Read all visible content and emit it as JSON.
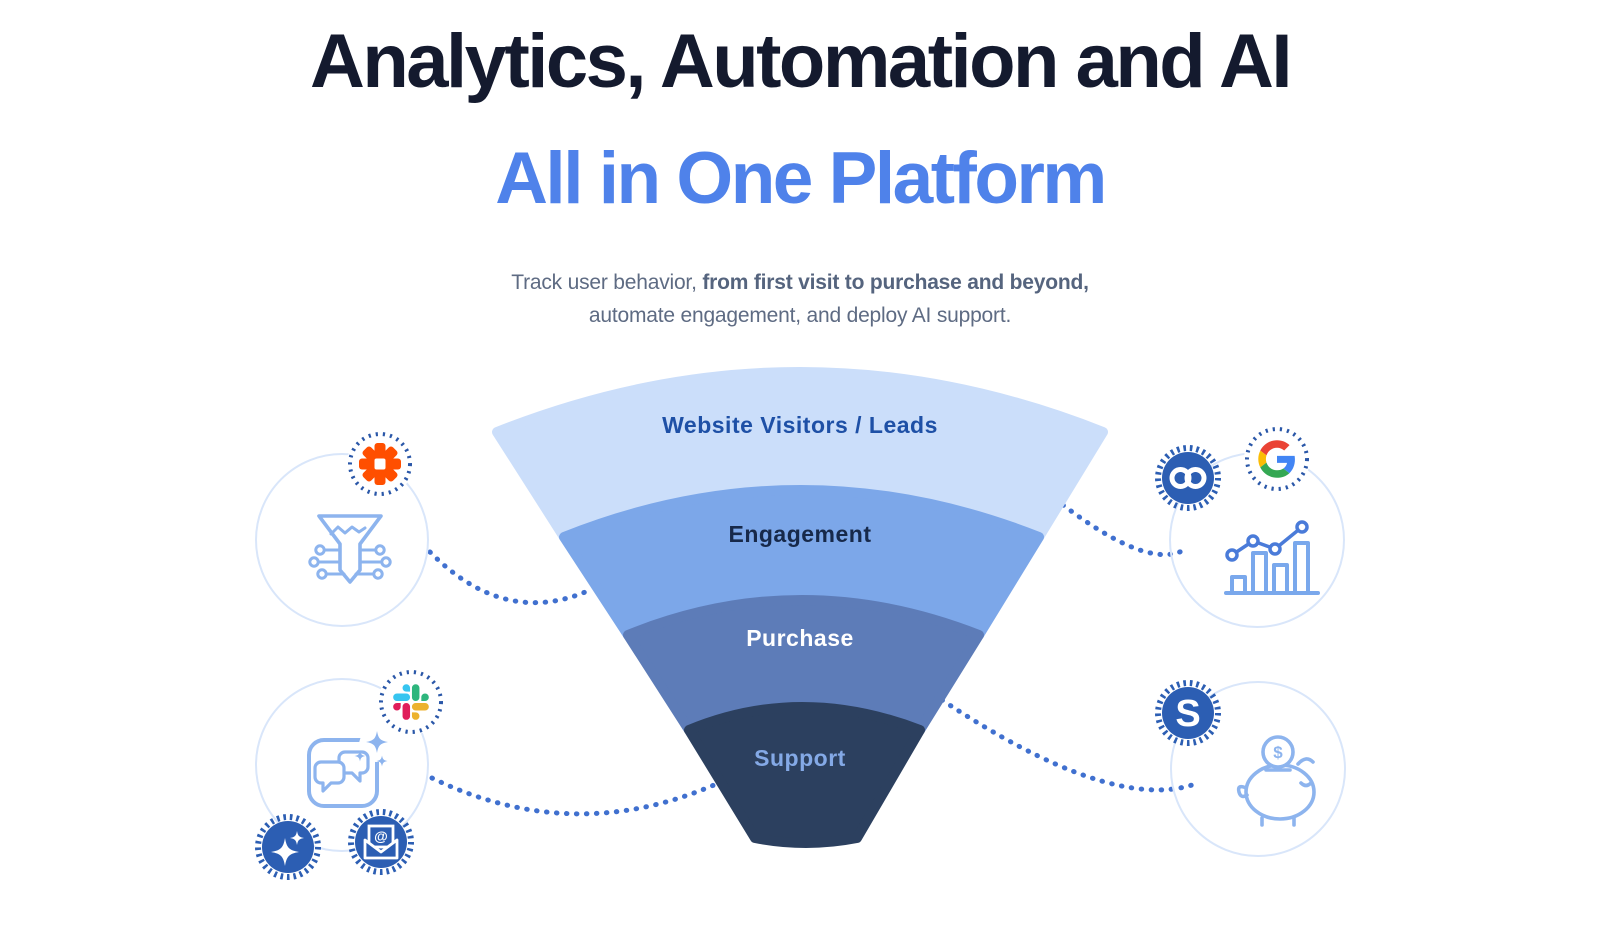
{
  "header": {
    "title_line1": "Analytics, Automation and AI",
    "title_line2": "All in One Platform",
    "subtitle_normal": "Track user behavior, ",
    "subtitle_bold": "from first visit to purchase and beyond,",
    "subtitle_line2": "automate engagement, and deploy AI support."
  },
  "funnel": {
    "segments": [
      {
        "label": "Website Visitors / Leads",
        "color": "#cbdefa",
        "label_color": "#1e50a6"
      },
      {
        "label": "Engagement",
        "color": "#7ca7e9",
        "label_color": "#17294a"
      },
      {
        "label": "Purchase",
        "color": "#5d7cb8",
        "label_color": "#ffffff"
      },
      {
        "label": "Support",
        "color": "#2c405f",
        "label_color": "#84a9e6"
      }
    ]
  },
  "colors": {
    "title_dark": "#141a2e",
    "title_blue": "#4f82ea",
    "subtitle_gray": "#5e6b83",
    "dot_line_blue": "#4070cf",
    "dotted_ring_blue": "#2a57a8",
    "badge_blue": "#2c5eb3",
    "big_circle_outline": "#d9e6fa",
    "icon_light_blue": "#8db4ee",
    "icon_mid_blue": "#4a7bd9",
    "bar_blue": "#7aa8ec",
    "zapier_orange": "#ff4f00",
    "slack": [
      "#36C5F0",
      "#2EB67D",
      "#ECB22E",
      "#E01E5A"
    ],
    "google": [
      "#4285F4",
      "#EA4335",
      "#FBBC05",
      "#34A853"
    ]
  },
  "icons": {
    "left_top": [
      "zapier-icon",
      "funnel-automation-icon"
    ],
    "left_bottom": [
      "slack-icon",
      "ai-chat-icon",
      "sparkles-badge-icon",
      "email-badge-icon"
    ],
    "right_top": [
      "meta-icon",
      "google-icon",
      "analytics-chart-icon"
    ],
    "right_bottom": [
      "stripe-icon",
      "piggy-bank-icon"
    ]
  }
}
